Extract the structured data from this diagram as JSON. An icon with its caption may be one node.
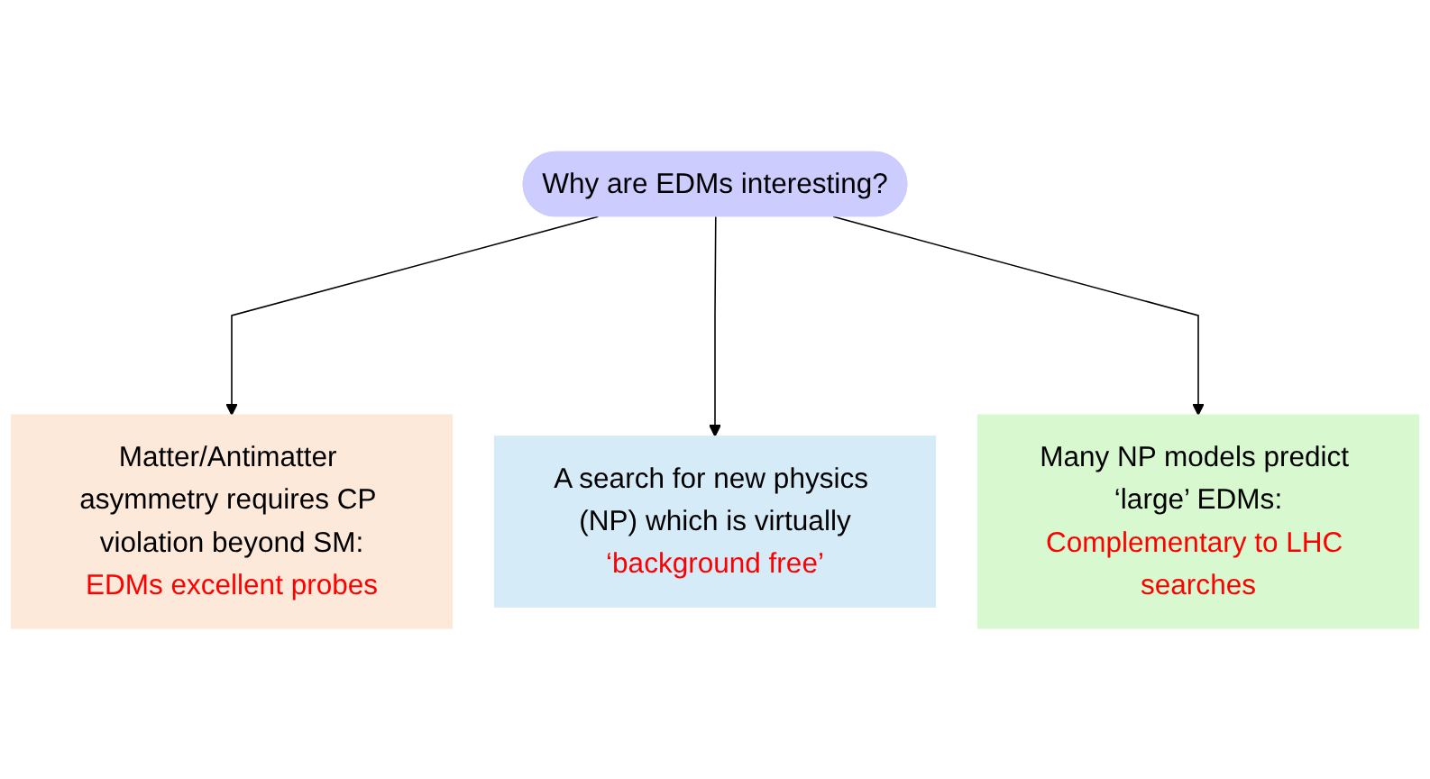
{
  "diagram": {
    "nodes": [
      {
        "text": [
          "Why are EDMs interesting?"
        ]
      },
      {
        "text": [
          "Matter/Antimatter asymmetry requires CP violation beyond SM:",
          "EDMs excellent probes"
        ]
      },
      {
        "text": [
          "A search for new physics (NP) which is virtually",
          "‘background free’"
        ]
      },
      {
        "text": [
          "Many NP models predict ‘large’ EDMs:",
          "Complementary to LHC searches"
        ]
      }
    ],
    "edges": [
      {
        "from": 0,
        "to": 1,
        "arrow": "to"
      },
      {
        "from": 0,
        "to": 2,
        "arrow": "to"
      },
      {
        "from": 0,
        "to": 3,
        "arrow": "to"
      }
    ]
  }
}
